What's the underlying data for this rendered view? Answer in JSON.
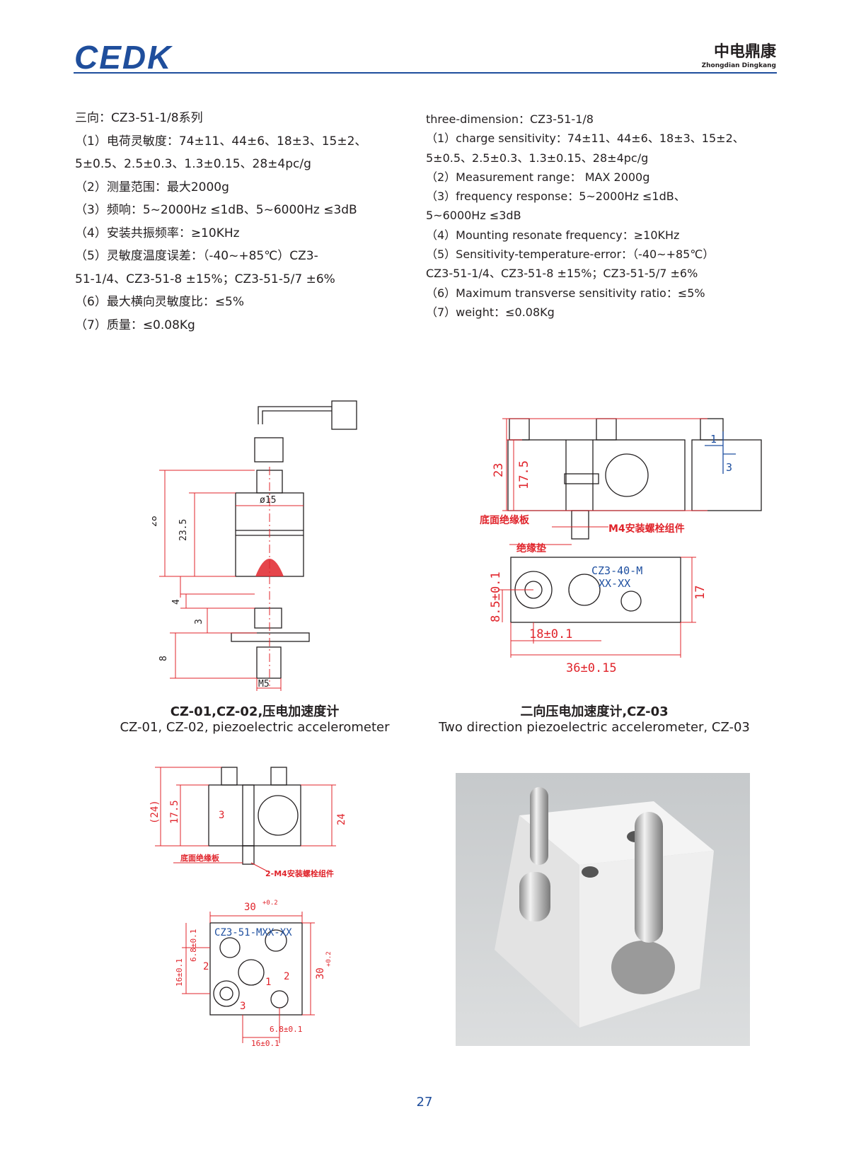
{
  "header": {
    "logo": "CEDK",
    "brand_cn": "中电鼎康",
    "brand_en": "Zhongdian Dingkang"
  },
  "specs_cn": {
    "lines": [
      "三向：CZ3-51-1/8系列",
      "（1）电荷灵敏度：74±11、44±6、18±3、15±2、",
      "5±0.5、2.5±0.3、1.3±0.15、28±4pc/g",
      "（2）测量范围：最大2000g",
      "（3）频响：5~2000Hz ≤1dB、5~6000Hz ≤3dB",
      "（4）安装共振频率：≥10KHz",
      "（5）灵敏度温度误差：（-40~+85℃）CZ3-",
      "51-1/4、CZ3-51-8 ±15%；CZ3-51-5/7 ±6%",
      "（6）最大横向灵敏度比：≤5%",
      "（7）质量：≤0.08Kg"
    ]
  },
  "specs_en": {
    "lines": [
      "three-dimension：CZ3-51-1/8",
      "（1）charge sensitivity：74±11、44±6、18±3、15±2、",
      "5±0.5、2.5±0.3、1.3±0.15、28±4pc/g",
      "（2）Measurement range： MAX 2000g",
      "（3）frequency response：5~2000Hz ≤1dB、",
      "5~6000Hz ≤3dB",
      "（4）Mounting resonate frequency：≥10KHz",
      "（5）Sensitivity-temperature-error：（-40~+85℃）",
      "CZ3-51-1/4、CZ3-51-8 ±15%；CZ3-51-5/7 ±6%",
      "（6）Maximum transverse sensitivity ratio：≤5%",
      "（7）weight：≤0.08Kg"
    ]
  },
  "fig1": {
    "caption_cn": "CZ-01,CZ-02,压电加速度计",
    "caption_en": "CZ-01, CZ-02, piezoelectric accelerometer",
    "dims": {
      "d28": "28",
      "d23": "23.5",
      "dia": "ø15",
      "d4": "4",
      "d3": "3",
      "d8": "8",
      "m5": "M5"
    }
  },
  "fig2": {
    "caption_cn": "二向压电加速度计,CZ-03",
    "caption_en": "Two direction piezoelectric accelerometer, CZ-03",
    "dims": {
      "d23": "23",
      "d175": "17.5",
      "d17": "17",
      "d85": "8.5±0.1",
      "d18": "18±0.1",
      "d36": "36±0.15",
      "ax1": "1",
      "ax3": "3"
    },
    "labels": {
      "plate": "底面绝缘板",
      "pad": "绝缘垫",
      "bolt": "M4安装螺栓组件",
      "model": "CZ3-40-M",
      "serial": "XX-XX"
    }
  },
  "fig3": {
    "dims": {
      "d24p": "(24)",
      "d175": "17.5",
      "d24": "24",
      "d30": "30",
      "tol30": "+0.2",
      "d16": "16±0.1",
      "d68": "6.8±0.1",
      "ax3": "3",
      "ax1": "1",
      "ax2": "2"
    },
    "labels": {
      "plate": "底面绝缘板",
      "bolt": "2-M4安装螺栓组件",
      "model": "CZ3-51-MXX-XX"
    }
  },
  "page": {
    "number": "27"
  },
  "colors": {
    "brand_blue": "#1f4e9c",
    "dim_red": "#e0242b",
    "label_blue": "#1e4fa0"
  }
}
